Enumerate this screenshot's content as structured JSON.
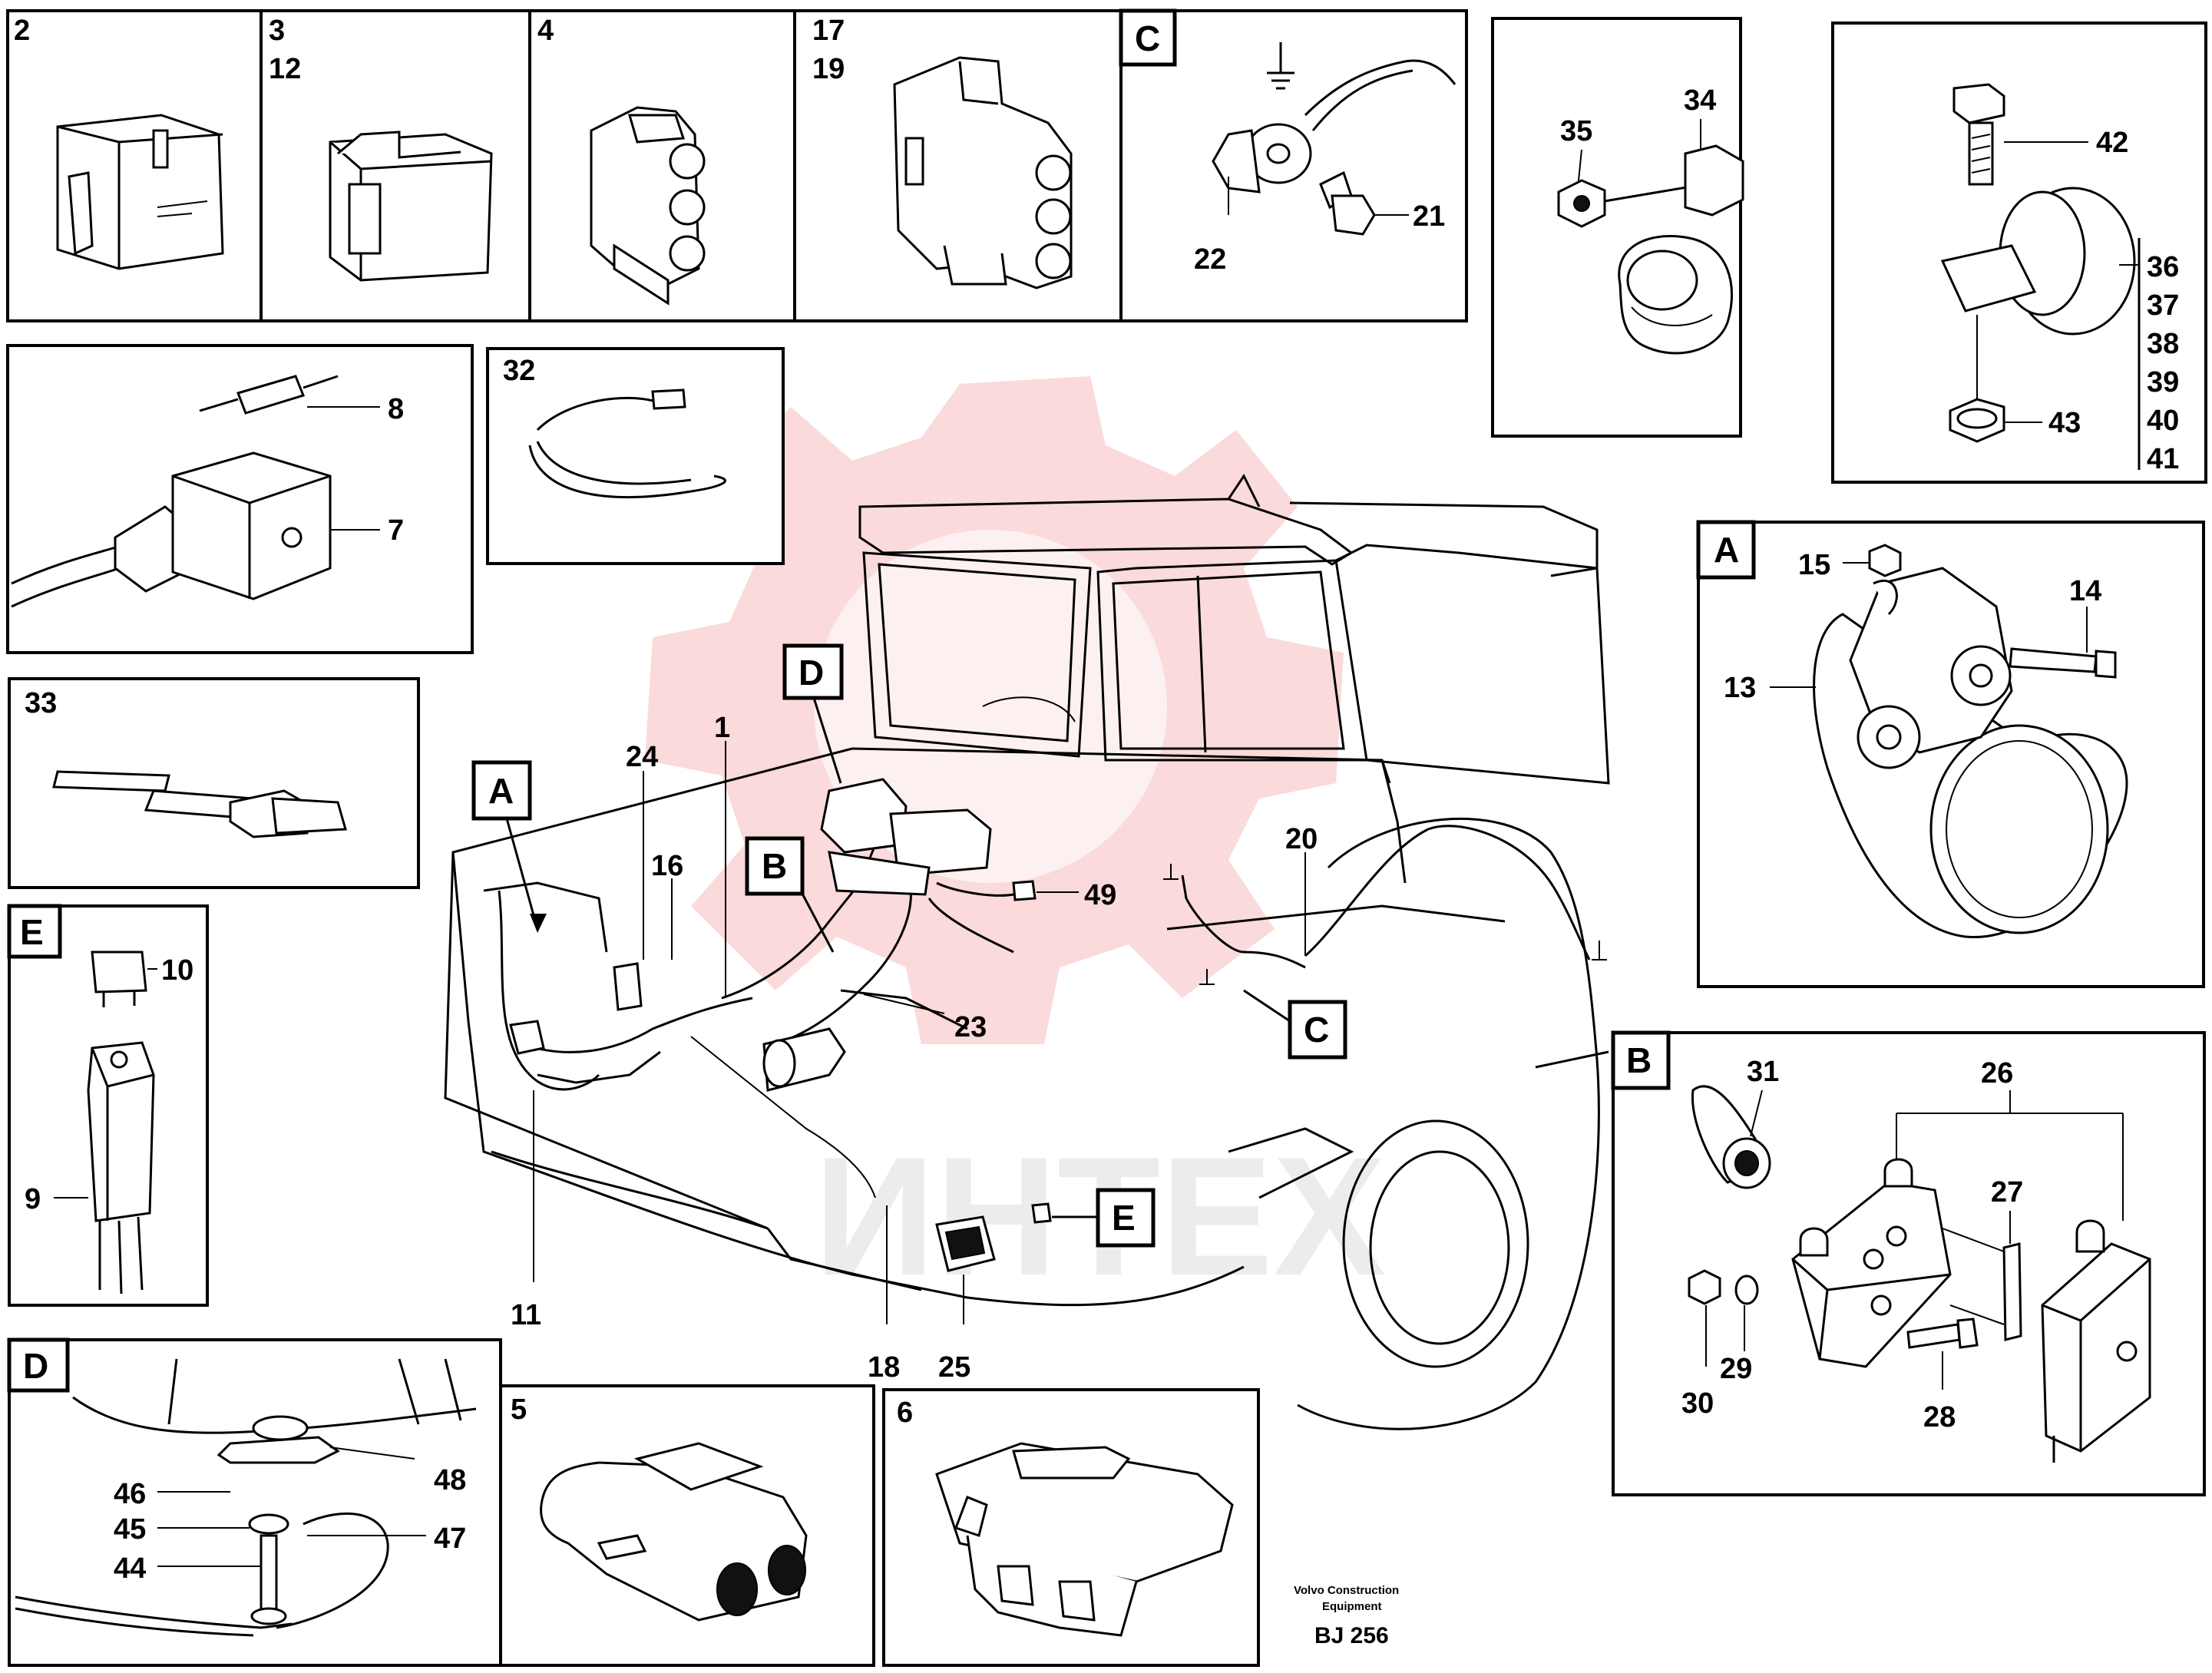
{
  "panels": {
    "p2": {
      "numbers": [
        "2"
      ]
    },
    "p3": {
      "numbers": [
        "3",
        "12"
      ]
    },
    "p4": {
      "numbers": [
        "4"
      ]
    },
    "p17": {
      "numbers": [
        "17",
        "19"
      ]
    },
    "pC": {
      "letter": "C",
      "labels": [
        "22",
        "21"
      ]
    },
    "p34": {
      "labels": [
        "35",
        "34"
      ]
    },
    "p42": {
      "labels": [
        "42",
        "43",
        "36",
        "37",
        "38",
        "39",
        "40",
        "41"
      ]
    },
    "p8": {
      "labels": [
        "8",
        "7"
      ]
    },
    "p32": {
      "numbers": [
        "32"
      ]
    },
    "p33": {
      "numbers": [
        "33"
      ]
    },
    "pA": {
      "letter": "A",
      "labels": [
        "15",
        "14",
        "13"
      ]
    },
    "pE": {
      "letter": "E",
      "labels": [
        "10",
        "9"
      ]
    },
    "pB": {
      "letter": "B",
      "labels": [
        "31",
        "26",
        "27",
        "30",
        "29",
        "28"
      ]
    },
    "pD": {
      "letter": "D",
      "labels": [
        "46",
        "48",
        "45",
        "47",
        "44"
      ]
    },
    "p5": {
      "numbers": [
        "5"
      ]
    },
    "p6": {
      "numbers": [
        "6"
      ]
    }
  },
  "main": {
    "callouts": [
      "A",
      "D",
      "B",
      "C",
      "E"
    ],
    "labels": [
      "24",
      "1",
      "16",
      "49",
      "20",
      "23",
      "11",
      "18",
      "25"
    ]
  },
  "footer": {
    "company_line1": "Volvo Construction",
    "company_line2": "Equipment",
    "drawing_code": "BJ 256"
  },
  "watermark": {
    "text": "ИНТЕХ",
    "color": "#f3c2c2"
  }
}
